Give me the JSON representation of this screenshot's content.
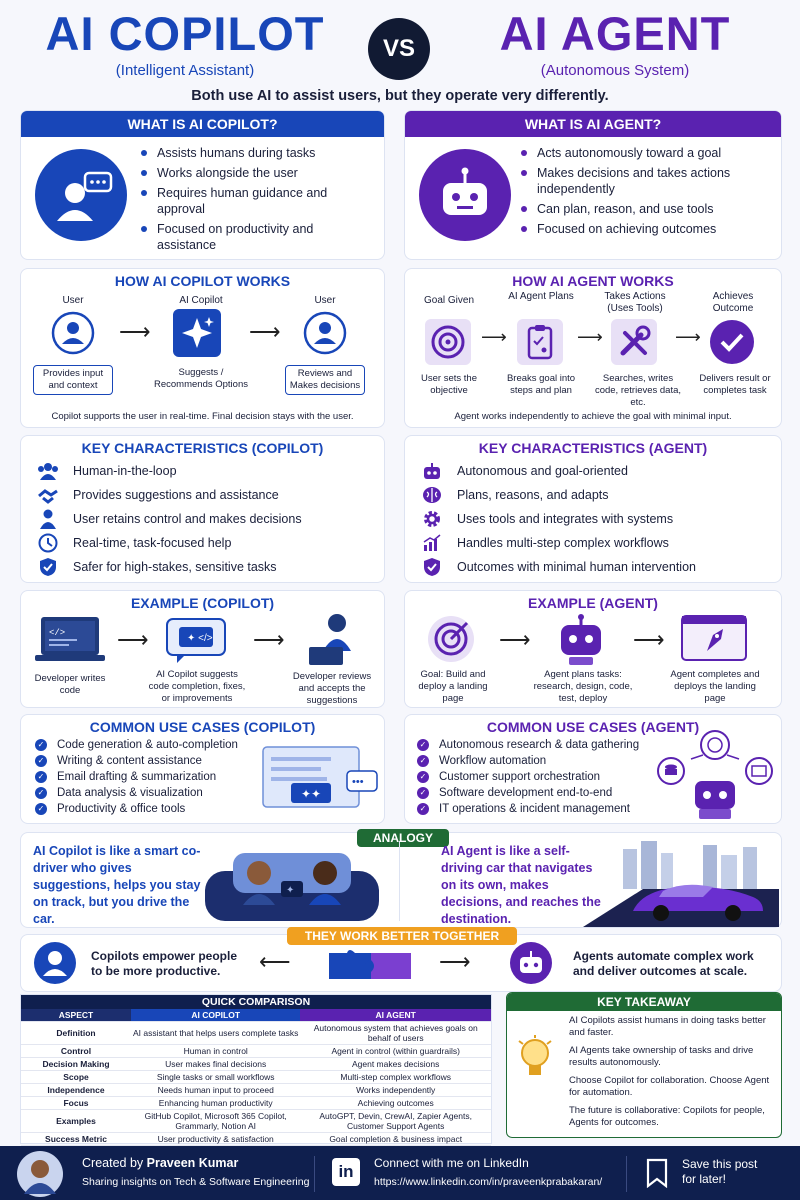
{
  "header": {
    "left_title": "AI COPILOT",
    "left_sub": "(Intelligent Assistant)",
    "vs": "VS",
    "right_title": "AI AGENT",
    "right_sub": "(Autonomous System)",
    "tagline": "Both use AI to assist users, but they operate very differently."
  },
  "what_copilot": {
    "title": "WHAT IS AI COPILOT?",
    "items": [
      "Assists humans during tasks",
      "Works alongside the user",
      "Requires human guidance and approval",
      "Focused on productivity and assistance"
    ]
  },
  "what_agent": {
    "title": "WHAT IS AI AGENT?",
    "items": [
      "Acts autonomously toward a goal",
      "Makes decisions and takes actions independently",
      "Can plan, reason, and use tools",
      "Focused on achieving outcomes"
    ]
  },
  "how_copilot": {
    "title": "HOW AI COPILOT WORKS",
    "step1": "User",
    "step1_desc": "Provides input and context",
    "step2": "AI Copilot",
    "step2_desc": "Suggests / Recommends Options",
    "step3": "User",
    "step3_desc": "Reviews and Makes decisions",
    "note": "Copilot supports the user in real-time. Final decision stays with the user."
  },
  "how_agent": {
    "title": "HOW AI AGENT WORKS",
    "step1": "Goal Given",
    "step1_desc": "User sets the objective",
    "step2": "AI Agent Plans",
    "step2_desc": "Breaks goal into steps and plan",
    "step3": "Takes Actions (Uses Tools)",
    "step3_desc": "Searches, writes code, retrieves data, etc.",
    "step4": "Achieves Outcome",
    "step4_desc": "Delivers result or completes task",
    "note": "Agent works independently to achieve the goal with minimal input."
  },
  "char_copilot": {
    "title": "KEY CHARACTERISTICS (COPILOT)",
    "items": [
      "Human-in-the-loop",
      "Provides suggestions and assistance",
      "User retains control and makes decisions",
      "Real-time, task-focused help",
      "Safer for high-stakes, sensitive tasks"
    ]
  },
  "char_agent": {
    "title": "KEY CHARACTERISTICS (AGENT)",
    "items": [
      "Autonomous and goal-oriented",
      "Plans, reasons, and adapts",
      "Uses tools and integrates with systems",
      "Handles multi-step complex workflows",
      "Outcomes with minimal human intervention"
    ]
  },
  "ex_copilot": {
    "title": "EXAMPLE (COPILOT)",
    "a": "Developer writes code",
    "b": "AI Copilot suggests code completion, fixes, or improvements",
    "c": "Developer reviews and accepts the suggestions"
  },
  "ex_agent": {
    "title": "EXAMPLE (AGENT)",
    "a": "Goal: Build and deploy a landing page",
    "b": "Agent plans tasks: research, design, code, test, deploy",
    "c": "Agent completes and deploys the landing page"
  },
  "use_copilot": {
    "title": "COMMON USE CASES (COPILOT)",
    "items": [
      "Code generation & auto-completion",
      "Writing & content assistance",
      "Email drafting & summarization",
      "Data analysis & visualization",
      "Productivity & office tools"
    ]
  },
  "use_agent": {
    "title": "COMMON USE CASES (AGENT)",
    "items": [
      "Autonomous research & data gathering",
      "Workflow automation",
      "Customer support orchestration",
      "Software development end-to-end",
      "IT operations & incident management"
    ]
  },
  "analogy": {
    "label": "ANALOGY",
    "copilot": "AI Copilot is like a smart co-driver who gives suggestions, helps you stay on track, but you drive the car.",
    "agent": "AI Agent is like a self-driving car that navigates on its own, makes decisions, and reaches the destination."
  },
  "together": {
    "label": "THEY WORK BETTER TOGETHER",
    "left": "Copilots empower people to be more productive.",
    "right": "Agents automate complex work and deliver outcomes at scale."
  },
  "comparison": {
    "title": "QUICK COMPARISON",
    "headers": [
      "ASPECT",
      "AI COPILOT",
      "AI AGENT"
    ],
    "rows": [
      [
        "Definition",
        "AI assistant that helps users complete tasks",
        "Autonomous system that achieves goals on behalf of users"
      ],
      [
        "Control",
        "Human in control",
        "Agent in control (within guardrails)"
      ],
      [
        "Decision Making",
        "User makes final decisions",
        "Agent makes decisions"
      ],
      [
        "Scope",
        "Single tasks or small workflows",
        "Multi-step complex workflows"
      ],
      [
        "Independence",
        "Needs human input to proceed",
        "Works independently"
      ],
      [
        "Focus",
        "Enhancing human productivity",
        "Achieving outcomes"
      ],
      [
        "Examples",
        "GitHub Copilot, Microsoft 365 Copilot, Grammarly, Notion AI",
        "AutoGPT, Devin, CrewAI, Zapier Agents, Customer Support Agents"
      ],
      [
        "Success Metric",
        "User productivity & satisfaction",
        "Goal completion & business impact"
      ]
    ]
  },
  "takeaway": {
    "title": "KEY TAKEAWAY",
    "items": [
      "AI Copilots assist humans in doing tasks better and faster.",
      "AI Agents take ownership of tasks and drive results autonomously.",
      "Choose Copilot for collaboration. Choose Agent for automation.",
      "The future is collaborative: Copilots for people, Agents for outcomes."
    ]
  },
  "footer": {
    "created": "Created by",
    "name": "Praveen Kumar",
    "tagline": "Sharing insights on Tech & Software Engineering",
    "li": "in",
    "connect": "Connect with me on LinkedIn",
    "url": "https://www.linkedin.com/in/praveenkprabakaran/",
    "save": "Save this post for later!"
  },
  "colors": {
    "blue": "#1846b8",
    "purple": "#5a22b0",
    "green": "#1f6b35",
    "navy": "#0f1f4e",
    "orange": "#f0a020"
  }
}
